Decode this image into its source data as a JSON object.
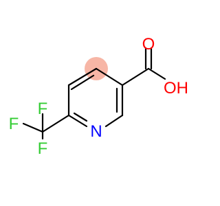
{
  "molecule": {
    "highlight_color": "#f7b6a6",
    "bond_color": "#000000",
    "atoms": {
      "oxygen_carbonyl": {
        "label": "O",
        "color": "#ff0000"
      },
      "hydroxyl": {
        "label": "OH",
        "color": "#ff0000"
      },
      "nitrogen": {
        "label": "N",
        "color": "#0000ff"
      },
      "fluorine_top": {
        "label": "F",
        "color": "#33cc33"
      },
      "fluorine_left": {
        "label": "F",
        "color": "#33cc33"
      },
      "fluorine_bottom": {
        "label": "F",
        "color": "#33cc33"
      }
    }
  }
}
